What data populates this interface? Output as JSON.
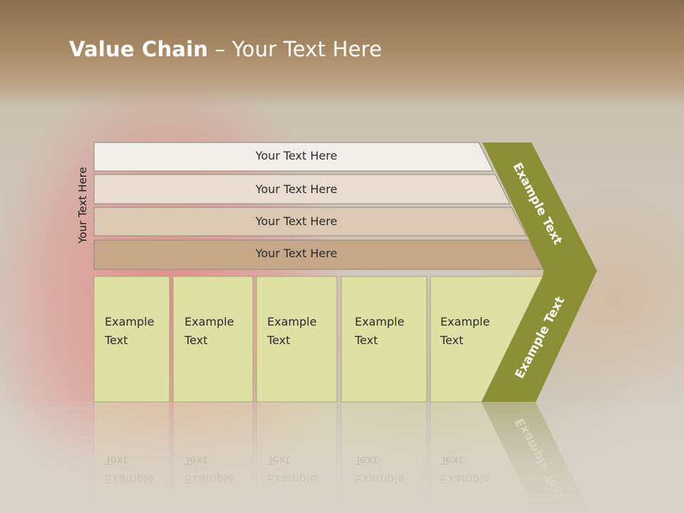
{
  "slide": {
    "title_bold": "Value Chain",
    "title_rest": " – Your Text Here",
    "side_label": "Your Text Here"
  },
  "bars": [
    {
      "label": "Your Text Here",
      "color": "#f2efea"
    },
    {
      "label": "Your Text Here",
      "color": "#e8ddd0"
    },
    {
      "label": "Your Text Here",
      "color": "#dcc9b3"
    },
    {
      "label": "Your Text Here",
      "color": "#c6a787"
    }
  ],
  "cells": [
    {
      "line1": "Example",
      "line2": "Text"
    },
    {
      "line1": "Example",
      "line2": "Text"
    },
    {
      "line1": "Example",
      "line2": "Text"
    },
    {
      "line1": "Example",
      "line2": "Text"
    },
    {
      "line1": "Example",
      "line2": "Text"
    }
  ],
  "chevron": {
    "upper_label": "Example Text",
    "lower_label": "Example Text",
    "color": "#8b8f36"
  },
  "colors": {
    "cell_fill": "#dfe0a4",
    "cell_stroke": "#a4a676",
    "bar_stroke": "#8e8a80"
  }
}
